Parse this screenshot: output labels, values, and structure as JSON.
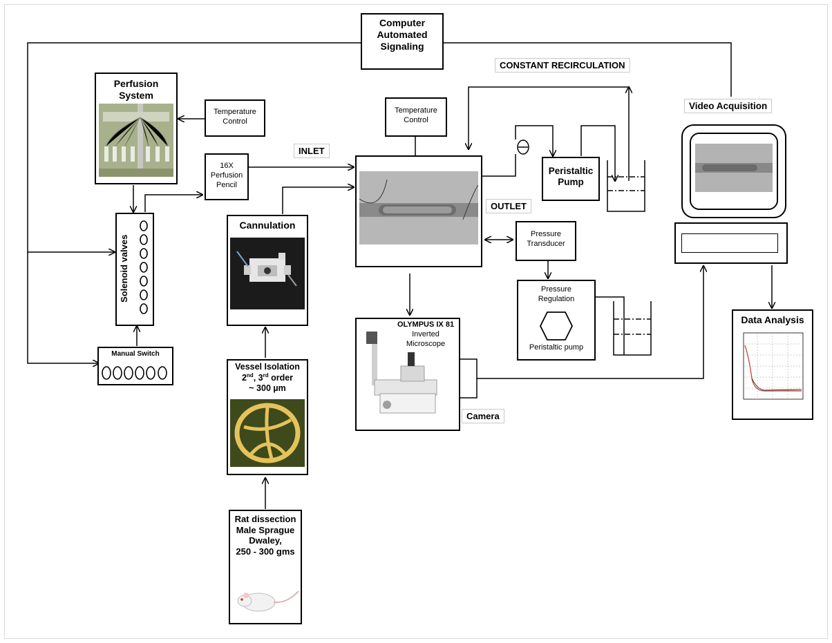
{
  "computer": {
    "line1": "Computer",
    "line2": "Automated",
    "line3": "Signaling"
  },
  "perfusion": {
    "line1": "Perfusion",
    "line2": "System"
  },
  "temp_control_left": {
    "line1": "Temperature",
    "line2": "Control"
  },
  "pencil": {
    "line1": "16X",
    "line2": "Perfusion",
    "line3": "Pencil"
  },
  "solenoid": {
    "label": "Solenoid valves"
  },
  "manual_switch": {
    "label": "Manual Switch"
  },
  "cannulation": {
    "label": "Cannulation"
  },
  "vessel": {
    "line1": "Vessel Isolation",
    "line2_a": "2",
    "line2_sup1": "nd",
    "line2_b": ", 3",
    "line2_sup2": "rd",
    "line2_c": " order",
    "line3": "~ 300 µm"
  },
  "rat": {
    "line1": "Rat dissection",
    "line2": "Male Sprague",
    "line3": "Dwaley,",
    "line4": "250 - 300 gms"
  },
  "temp_control_mid": {
    "line1": "Temperature",
    "line2": "Control"
  },
  "inlet": {
    "label": "INLET"
  },
  "outlet": {
    "label": "OUTLET"
  },
  "constant": {
    "label": "CONSTANT RECIRCULATION"
  },
  "peristaltic": {
    "line1": "Peristaltic",
    "line2": "Pump"
  },
  "pressure_transducer": {
    "line1": "Pressure",
    "line2": "Transducer"
  },
  "pressure_regulation": {
    "line1": "Pressure",
    "line2": "Regulation",
    "line3": "Peristaltic pump"
  },
  "microscope": {
    "line1": "OLYMPUS IX 81",
    "line2": "Inverted",
    "line3": "Microscope"
  },
  "camera": {
    "label": "Camera"
  },
  "video": {
    "label": "Video Acquisition"
  },
  "data_analysis": {
    "label": "Data Analysis"
  },
  "colors": {
    "wire": "#000000",
    "tag_border": "#c8c8c8",
    "chart_curve": "#c0392b"
  }
}
